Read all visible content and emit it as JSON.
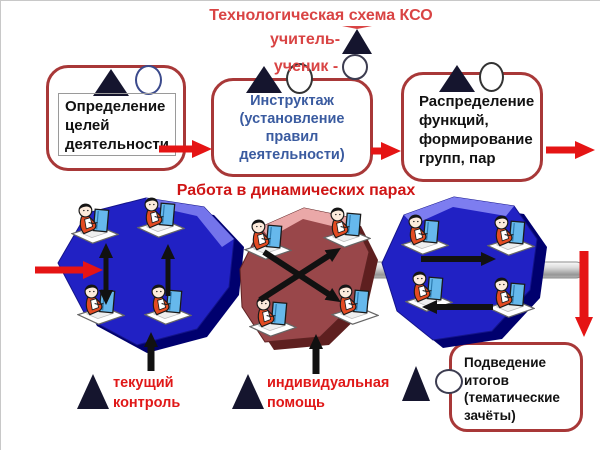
{
  "title": {
    "text": "Технологическая схема КСО",
    "legend": [
      {
        "label": "учитель-",
        "icon": "triangle-icon"
      },
      {
        "label": "ученик -",
        "icon": "circle-icon"
      }
    ]
  },
  "stages": [
    {
      "text": "Определение целей деятельности"
    },
    {
      "text": "Инструктаж (установление правил деятельности)"
    },
    {
      "text": "Распределение функций, формирование групп, пар"
    }
  ],
  "work_section": {
    "heading": "Работа в динамических парах",
    "groups": [
      {
        "color": "#2121c4",
        "students": 4,
        "interaction": "vertical-arrows"
      },
      {
        "color": "#99474a",
        "students": 4,
        "interaction": "cross-arrows"
      },
      {
        "color": "#2121c4",
        "students": 4,
        "interaction": "horizontal-arrows"
      }
    ]
  },
  "annotations": {
    "current_control": "текущий контроль",
    "individual_help": "индивидуальная помощь"
  },
  "final_stage": {
    "text": "Подведение итогов (тематические зачёты)"
  },
  "colors": {
    "title_red": "#d94444",
    "heading_red": "#cf1515",
    "label_red": "#e01818",
    "box_border": "#a83838",
    "stage2_text_blue": "#3a5ba0",
    "group_blue": "#2121c4",
    "group_maroon": "#99474a",
    "arrow_red": "#e51414",
    "arrow_black": "#111111",
    "pipe_gray": "#c0c0c0"
  }
}
